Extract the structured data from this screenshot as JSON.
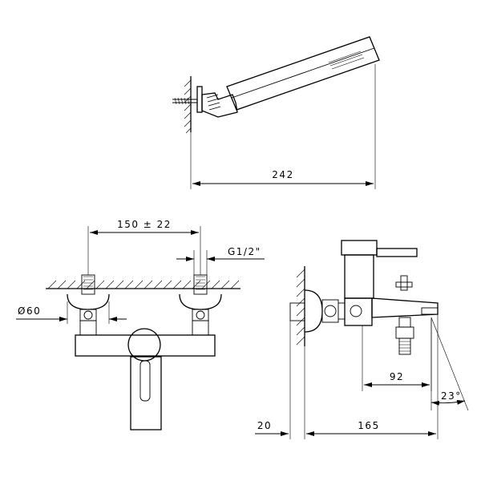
{
  "dimensions": {
    "handshower_length": "242",
    "inlet_spacing": "150 ± 22",
    "connection_thread": "G1/2\"",
    "escutcheon_diameter": "Ø60",
    "wall_offset": "20",
    "projection": "165",
    "spout_offset": "92",
    "spout_angle": "23°"
  }
}
